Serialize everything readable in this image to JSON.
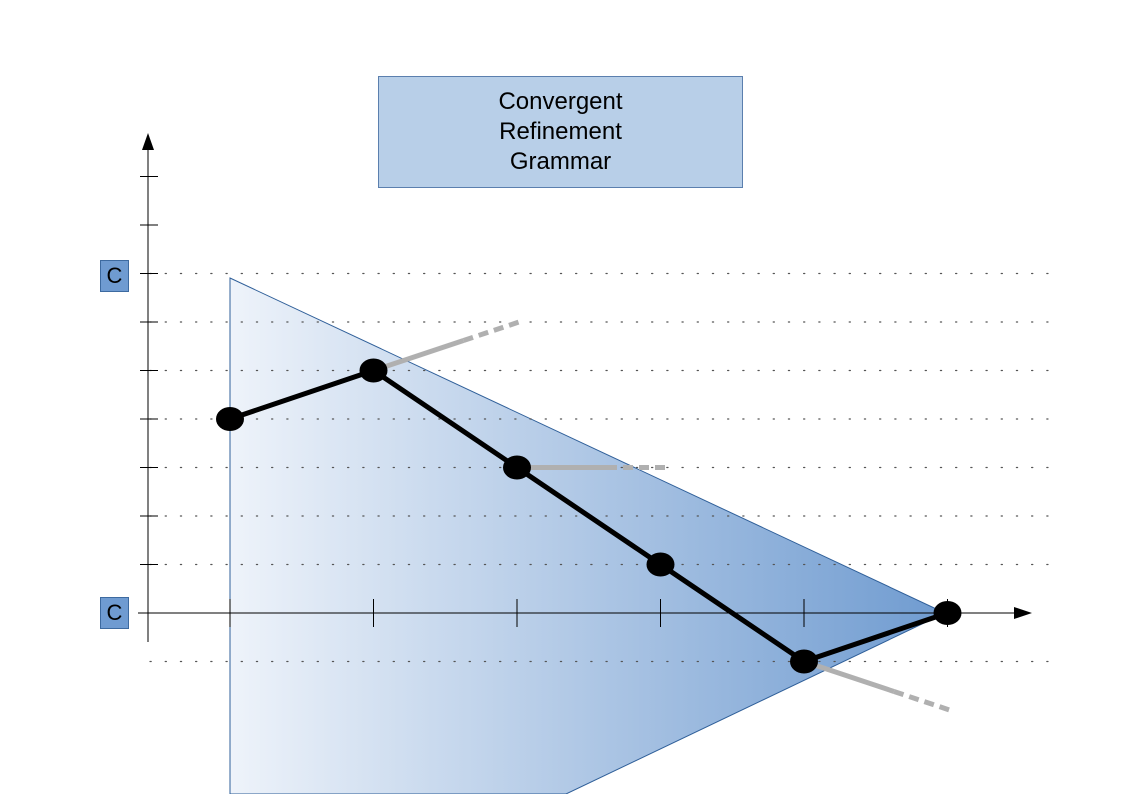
{
  "title": {
    "lines": [
      "Convergent",
      "Refinement",
      "Grammar"
    ]
  },
  "axis_tags": {
    "upper": "C",
    "lower": "C"
  },
  "colors": {
    "region_fill_light": "#eef3fa",
    "region_fill_dark": "#6f9bd0",
    "region_edge": "#2f5f99",
    "path_line": "#000000",
    "branch_line": "#b0b0b0",
    "grid_dot": "#555555",
    "title_fill": "#b8cfe8",
    "tag_fill": "#6f9bd1"
  },
  "diagram": {
    "path_points": [
      {
        "step": 0,
        "level": 4
      },
      {
        "step": 1,
        "level": 5
      },
      {
        "step": 2,
        "level": 3
      },
      {
        "step": 3,
        "level": 1
      },
      {
        "step": 4,
        "level": -1
      },
      {
        "step": 5,
        "level": 0
      }
    ],
    "branches": [
      {
        "from_step": 1,
        "direction": "up"
      },
      {
        "from_step": 2,
        "direction": "flat"
      },
      {
        "from_step": 4,
        "direction": "down"
      }
    ]
  }
}
